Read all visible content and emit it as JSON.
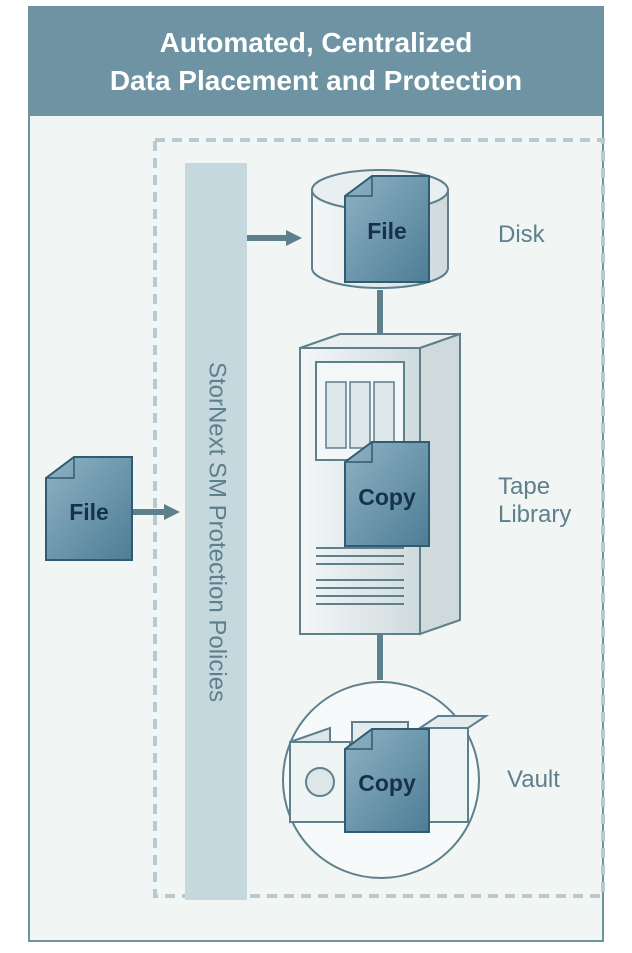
{
  "header": {
    "title_line1": "Automated, Centralized",
    "title_line2": "Data Placement and Protection"
  },
  "policy_bar": {
    "label": "StorNext SM Protection Policies"
  },
  "incoming": {
    "file_label": "File"
  },
  "tiers": {
    "disk": {
      "doc_label": "File",
      "name": "Disk"
    },
    "tape": {
      "doc_label": "Copy",
      "name_line1": "Tape",
      "name_line2": "Library"
    },
    "vault": {
      "doc_label": "Copy",
      "name": "Vault"
    }
  },
  "colors": {
    "header_bg": "#6e93a2",
    "panel_bg": "#f1f6f5",
    "doc_fill": "#5d8aa1",
    "line": "#5e7f8c",
    "device_fill": "#dde6e8"
  }
}
